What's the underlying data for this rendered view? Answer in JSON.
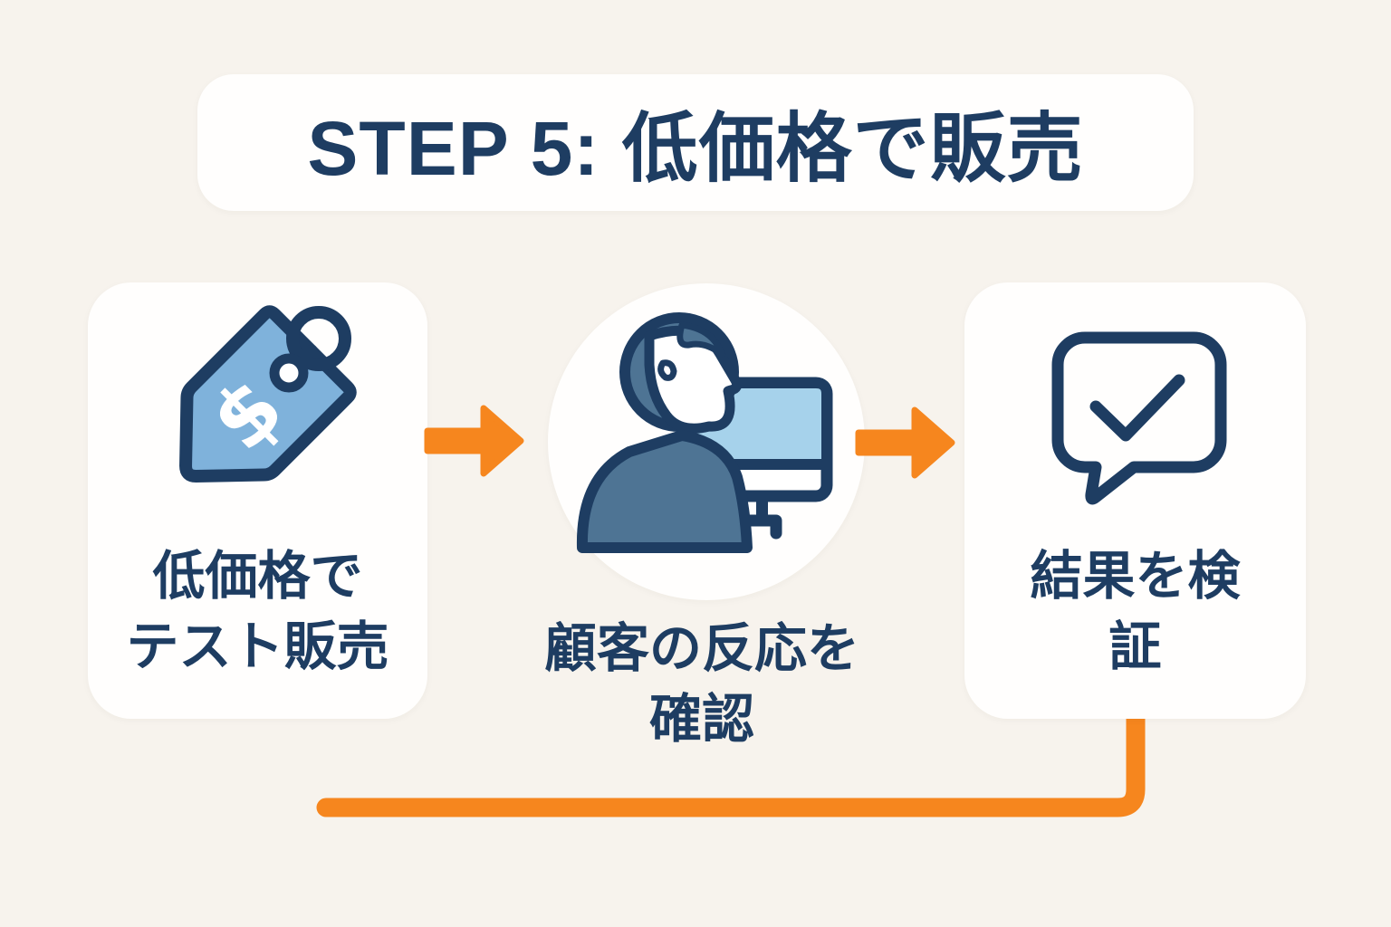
{
  "title": {
    "text": "STEP 5: 低価格で販売"
  },
  "steps": [
    {
      "icon": "price-tag-icon",
      "dollar_symbol": "$",
      "label": [
        "低価格で",
        "テスト販売"
      ]
    },
    {
      "icon": "customer-at-monitor-icon",
      "label": [
        "顧客の反応を",
        "確認"
      ]
    },
    {
      "icon": "speech-bubble-check-icon",
      "label": [
        "結果を検",
        "証"
      ]
    }
  ],
  "connectors": {
    "arrow_1": "right-arrow",
    "arrow_2": "right-arrow",
    "loop_line": "bottom-loop-line"
  },
  "colors": {
    "background": "#f7f3ed",
    "card": "#fffefd",
    "navy": "#1e3d62",
    "orange": "#f6861e",
    "tag_blue": "#7fb2db",
    "screen_blue": "#a6d2eb",
    "person_blue": "#4e7494"
  }
}
